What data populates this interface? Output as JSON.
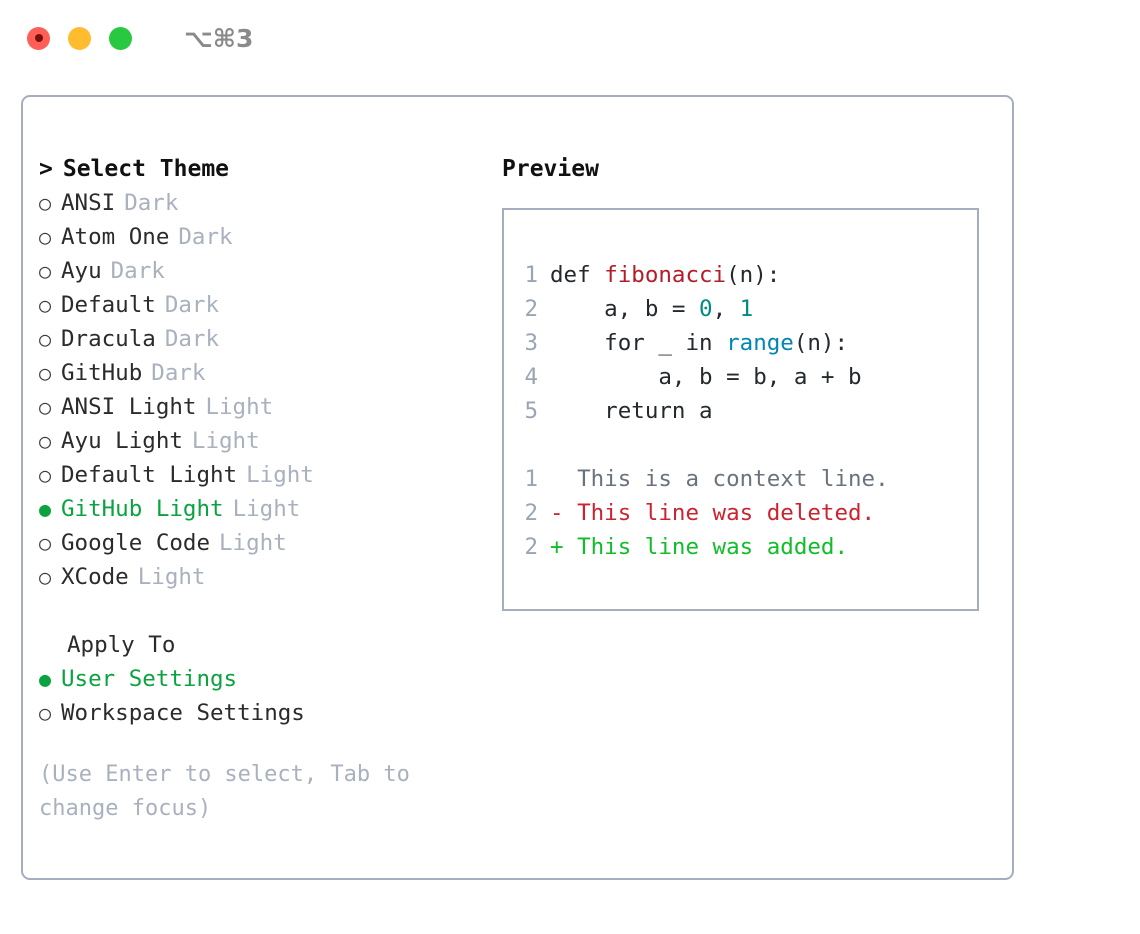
{
  "window": {
    "title": "⌥⌘3",
    "traffic_lights": [
      "close",
      "minimize",
      "maximize"
    ]
  },
  "theme_picker": {
    "header_caret": ">",
    "header_label": "Select Theme",
    "bullet_unselected": "○",
    "bullet_selected": "●",
    "items": [
      {
        "name": "ANSI",
        "tag": "Dark",
        "selected": false
      },
      {
        "name": "Atom One",
        "tag": "Dark",
        "selected": false
      },
      {
        "name": "Ayu",
        "tag": "Dark",
        "selected": false
      },
      {
        "name": "Default",
        "tag": "Dark",
        "selected": false
      },
      {
        "name": "Dracula",
        "tag": "Dark",
        "selected": false
      },
      {
        "name": "GitHub",
        "tag": "Dark",
        "selected": false
      },
      {
        "name": "ANSI Light",
        "tag": "Light",
        "selected": false
      },
      {
        "name": "Ayu Light",
        "tag": "Light",
        "selected": false
      },
      {
        "name": "Default Light",
        "tag": "Light",
        "selected": false
      },
      {
        "name": "GitHub Light",
        "tag": "Light",
        "selected": true
      },
      {
        "name": "Google Code",
        "tag": "Light",
        "selected": false
      },
      {
        "name": "XCode",
        "tag": "Light",
        "selected": false
      }
    ]
  },
  "apply_to": {
    "header_label": "Apply To",
    "options": [
      {
        "name": "User Settings",
        "selected": true
      },
      {
        "name": "Workspace Settings",
        "selected": false
      }
    ]
  },
  "hint": {
    "text": "(Use Enter to select, Tab to change focus)"
  },
  "preview": {
    "title": "Preview",
    "code_lines": [
      {
        "no": "1",
        "segments": [
          {
            "t": "def ",
            "k": "plain"
          },
          {
            "t": "fibonacci",
            "k": "fn"
          },
          {
            "t": "(n):",
            "k": "plain"
          }
        ]
      },
      {
        "no": "2",
        "segments": [
          {
            "t": "    a, b = ",
            "k": "plain"
          },
          {
            "t": "0",
            "k": "num"
          },
          {
            "t": ", ",
            "k": "plain"
          },
          {
            "t": "1",
            "k": "num"
          }
        ]
      },
      {
        "no": "3",
        "segments": [
          {
            "t": "    for _ in ",
            "k": "plain"
          },
          {
            "t": "range",
            "k": "call"
          },
          {
            "t": "(n):",
            "k": "plain"
          }
        ]
      },
      {
        "no": "4",
        "segments": [
          {
            "t": "        a, b = b, a + b",
            "k": "plain"
          }
        ]
      },
      {
        "no": "5",
        "segments": [
          {
            "t": "    return a",
            "k": "plain"
          }
        ]
      }
    ],
    "diff_lines": [
      {
        "no": "1",
        "marker": " ",
        "text": " This is a context line.",
        "kind": "ctx"
      },
      {
        "no": "2",
        "marker": "-",
        "text": " This line was deleted.",
        "kind": "del"
      },
      {
        "no": "2",
        "marker": "+",
        "text": " This line was added.",
        "kind": "add"
      }
    ]
  },
  "colors": {
    "accent_green": "#0aa33f",
    "border": "#a6aebd",
    "muted": "#a9b1be",
    "lineno": "#9aa5b4",
    "fn": "#b31d28",
    "num": "#008a80",
    "call": "#0086b3",
    "diff_ctx": "#6a737d",
    "diff_del": "#cb2431",
    "diff_add": "#12bd2a"
  }
}
